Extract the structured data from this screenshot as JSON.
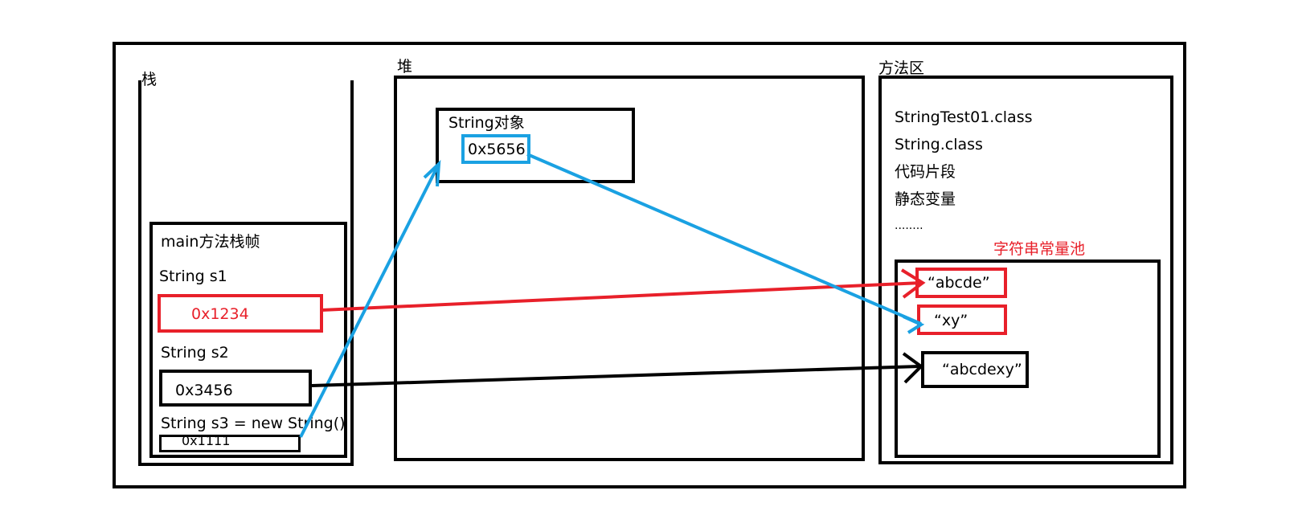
{
  "regions": {
    "stack_label": "栈",
    "heap_label": "堆",
    "method_area_label": "方法区"
  },
  "stack": {
    "frame_label": "main方法栈帧",
    "s1_label": "String s1",
    "s1_value": "0x1234",
    "s2_label": "String s2",
    "s2_value": "0x3456",
    "s3_label": "String s3 = new String()",
    "s3_value": "0x1111"
  },
  "heap": {
    "object_label": "String对象",
    "object_ref": "0x5656"
  },
  "method_area": {
    "items": [
      "StringTest01.class",
      "String.class",
      "代码片段",
      "静态变量",
      "........"
    ],
    "pool_label": "字符串常量池",
    "pool_strings": [
      "“abcde”",
      "“xy”",
      "“abcdexy”"
    ]
  },
  "colors": {
    "red": "#e8202a",
    "blue": "#1aa1e2",
    "black": "#000000"
  }
}
